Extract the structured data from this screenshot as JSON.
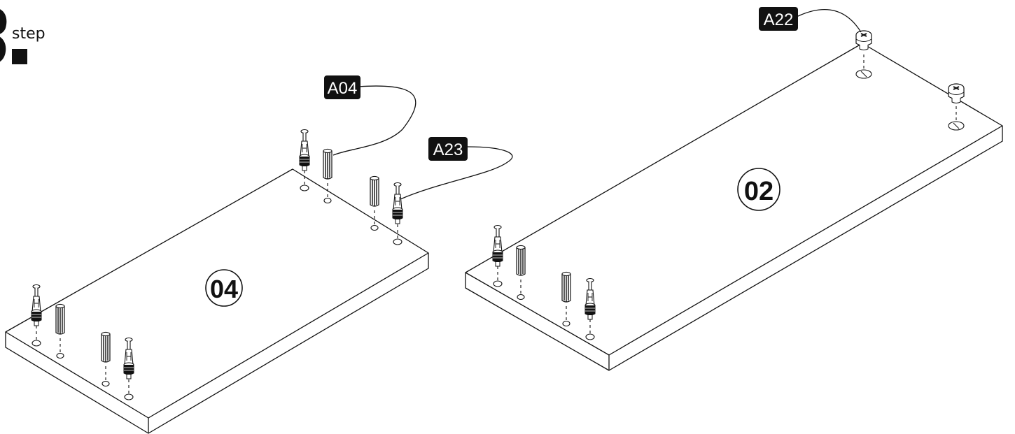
{
  "step": {
    "label": "step"
  },
  "panels": [
    {
      "id": "04"
    },
    {
      "id": "02"
    }
  ],
  "callouts": [
    {
      "code": "A04"
    },
    {
      "code": "A23"
    },
    {
      "code": "A22"
    }
  ]
}
